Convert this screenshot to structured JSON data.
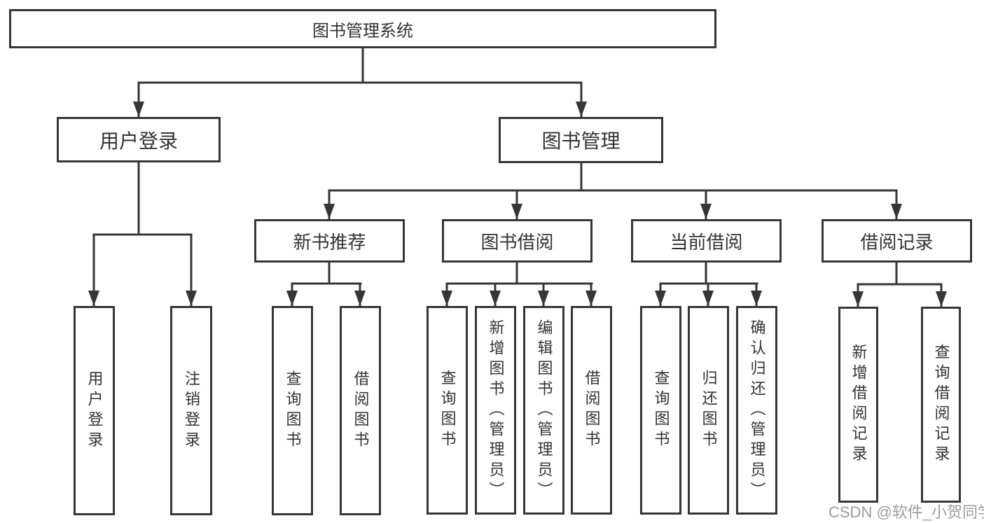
{
  "colors": {
    "line": "#363636",
    "text": "#333333",
    "watermark": "#9c9c9c",
    "background": "#ffffff"
  },
  "tree": {
    "label": "图书管理系统",
    "children": [
      {
        "label": "用户登录",
        "children": [
          {
            "label": "用户登录"
          },
          {
            "label": "注销登录"
          }
        ]
      },
      {
        "label": "图书管理",
        "children": [
          {
            "label": "新书推荐",
            "children": [
              {
                "label": "查询图书"
              },
              {
                "label": "借阅图书"
              }
            ]
          },
          {
            "label": "图书借阅",
            "children": [
              {
                "label": "查询图书"
              },
              {
                "label": "新增图书（管理员）"
              },
              {
                "label": "编辑图书（管理员）"
              },
              {
                "label": "借阅图书"
              }
            ]
          },
          {
            "label": "当前借阅",
            "children": [
              {
                "label": "查询图书"
              },
              {
                "label": "归还图书"
              },
              {
                "label": "确认归还（管理员）"
              }
            ]
          },
          {
            "label": "借阅记录",
            "children": [
              {
                "label": "新增借阅记录"
              },
              {
                "label": "查询借阅记录"
              }
            ]
          }
        ]
      }
    ]
  },
  "watermark": "CSDN @软件_小贺同学"
}
